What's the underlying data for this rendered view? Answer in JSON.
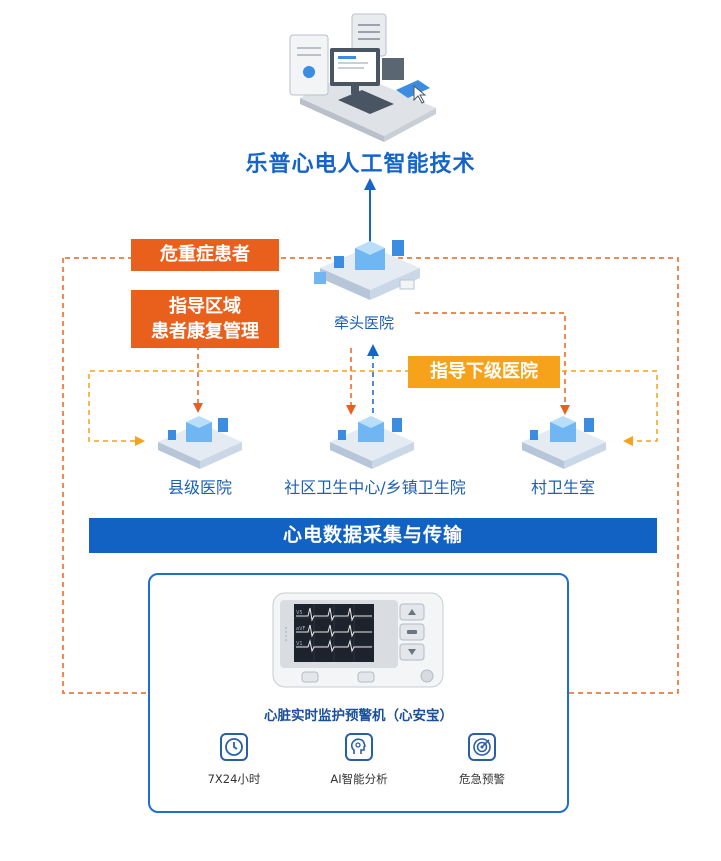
{
  "title": "乐普心电人工智能技术",
  "tags": {
    "critical": "危重症患者",
    "guide_line1": "指导区域",
    "guide_line2": "患者康复管理",
    "guide_lower": "指导下级医院"
  },
  "hub": {
    "label": "牵头医院"
  },
  "nodes": [
    {
      "label": "县级医院"
    },
    {
      "label": "社区卫生中心/乡镇卫生院"
    },
    {
      "label": "村卫生室"
    }
  ],
  "bar": {
    "label": "心电数据采集与传输"
  },
  "device": {
    "name": "心脏实时监护预警机（心安宝）",
    "screen_labels": [
      "V5",
      "aVF",
      "V1"
    ]
  },
  "features": [
    {
      "label": "7X24小时",
      "icon": "clock-icon"
    },
    {
      "label": "AI智能分析",
      "icon": "ai-head-icon"
    },
    {
      "label": "危急预警",
      "icon": "target-icon"
    }
  ],
  "colors": {
    "blue": "#1565c8",
    "orange": "#e8601c",
    "yellow": "#f6a21a"
  }
}
